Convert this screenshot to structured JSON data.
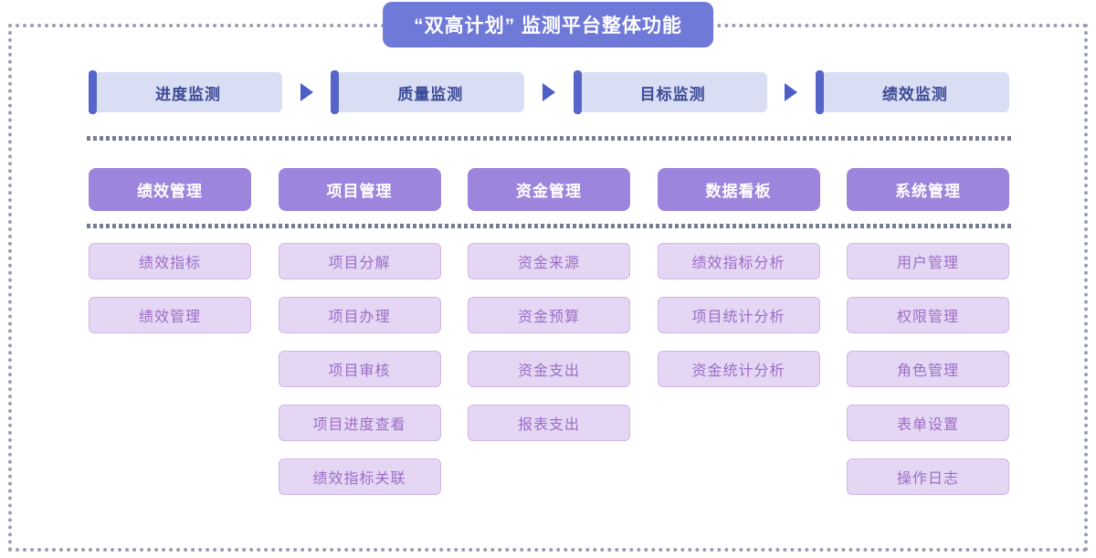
{
  "title": "“双高计划” 监测平台整体功能",
  "flow_steps": [
    "进度监测",
    "质量监测",
    "目标监测",
    "绩效监测"
  ],
  "modules": [
    {
      "header": "绩效管理",
      "items": [
        "绩效指标",
        "绩效管理"
      ]
    },
    {
      "header": "项目管理",
      "items": [
        "项目分解",
        "项目办理",
        "项目审核",
        "项目进度查看",
        "绩效指标关联"
      ]
    },
    {
      "header": "资金管理",
      "items": [
        "资金来源",
        "资金预算",
        "资金支出",
        "报表支出"
      ]
    },
    {
      "header": "数据看板",
      "items": [
        "绩效指标分析",
        "项目统计分析",
        "资金统计分析"
      ]
    },
    {
      "header": "系统管理",
      "items": [
        "用户管理",
        "权限管理",
        "角色管理",
        "表单设置",
        "操作日志"
      ]
    }
  ],
  "colors": {
    "title_bg": "#6f79d8",
    "flow_bar": "#5565c8",
    "flow_box_bg": "#d9def4",
    "flow_text": "#3c4a96",
    "arrow": "#4d5ec6",
    "module_header_bg": "#9d84dc",
    "item_bg": "#e5d6f4",
    "item_border": "#d0b6e9",
    "item_text": "#9a6ec6",
    "frame_dots": "#989eb3",
    "separator": "#767c93"
  }
}
